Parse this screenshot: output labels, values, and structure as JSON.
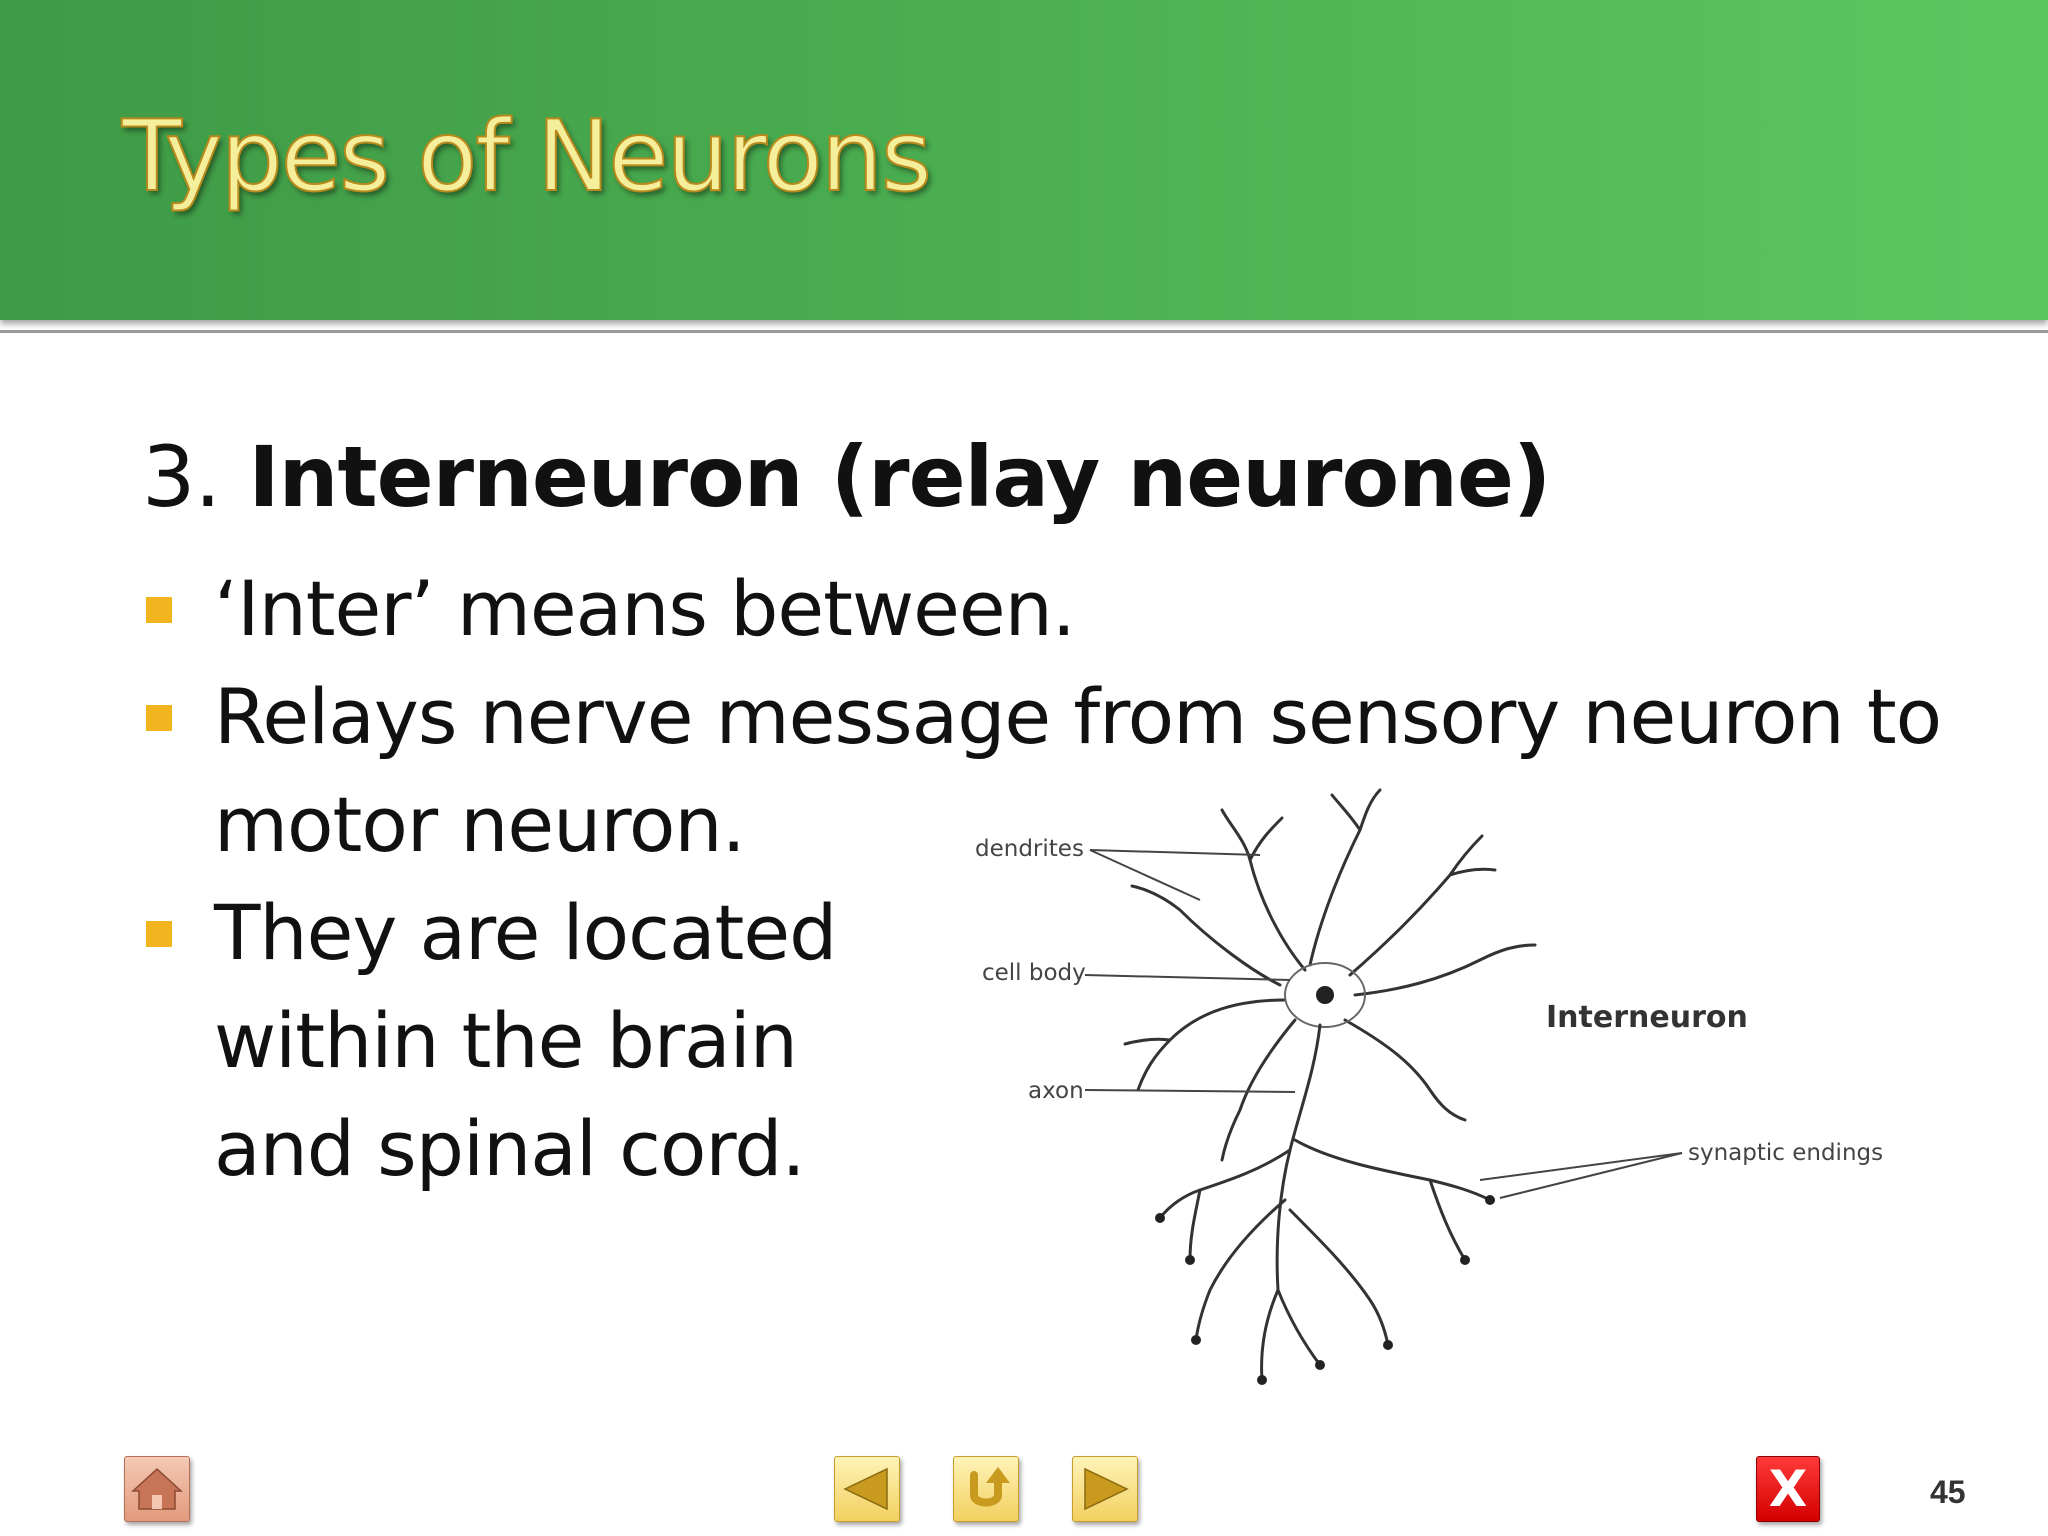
{
  "slide": {
    "title": "Types of Neurons",
    "subheading_number": "3.",
    "subheading_text": "Interneuron (relay neurone)",
    "bullets": [
      "‘Inter’ means between.",
      "Relays nerve message from sensory neuron to motor neuron.",
      "They are located\nwithin the brain\nand spinal cord."
    ]
  },
  "diagram": {
    "title": "Interneuron",
    "labels": {
      "dendrites": "dendrites",
      "cell_body": "cell body",
      "axon": "axon",
      "synaptic_endings": "synaptic endings"
    }
  },
  "navigation": {
    "close_label": "X",
    "page_number": "45",
    "icons": [
      "home-icon",
      "prev-arrow-icon",
      "return-icon",
      "next-arrow-icon",
      "close-icon"
    ]
  },
  "colors": {
    "header_green": "#4aad50",
    "title_yellow": "#f5ee9a",
    "bullet_square": "#f2b51f",
    "close_red": "#e00000"
  }
}
